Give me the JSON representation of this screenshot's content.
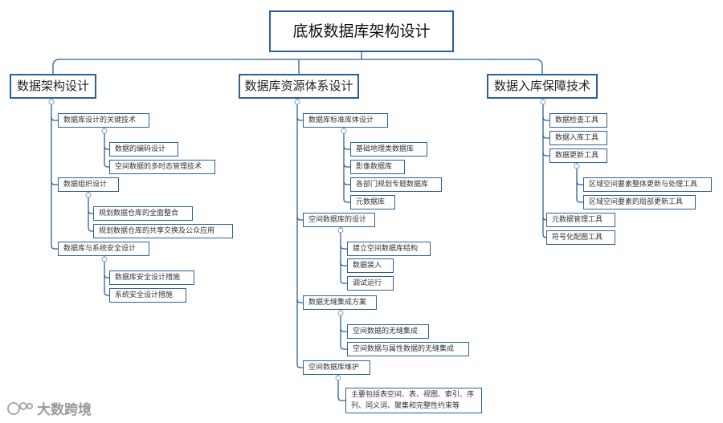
{
  "root": {
    "label": "底板数据库架构设计"
  },
  "branches": [
    {
      "label": "数据架构设计",
      "children": [
        {
          "label": "数据库设计的关键技术",
          "children": [
            {
              "label": "数据的编码设计"
            },
            {
              "label": "空间数据的多时态管理技术"
            }
          ]
        },
        {
          "label": "数据组织设计",
          "children": [
            {
              "label": "规划数据仓库的全面整合"
            },
            {
              "label": "规划数据仓库的共享交换及公众应用"
            }
          ]
        },
        {
          "label": "数据库与系统安全设计",
          "children": [
            {
              "label": "数据库安全设计措施"
            },
            {
              "label": "系统安全设计措施"
            }
          ]
        }
      ]
    },
    {
      "label": "数据库资源体系设计",
      "children": [
        {
          "label": "数据库标准库体设计",
          "children": [
            {
              "label": "基础地理类数据库"
            },
            {
              "label": "影像数据库"
            },
            {
              "label": "各部门规划专题数据库"
            },
            {
              "label": "元数据库"
            }
          ]
        },
        {
          "label": "空间数据库的设计",
          "children": [
            {
              "label": "建立空间数据库结构"
            },
            {
              "label": "数据装入"
            },
            {
              "label": "调试运行"
            }
          ]
        },
        {
          "label": "数据无缝集成方案",
          "children": [
            {
              "label": "空间数据的无缝集成"
            },
            {
              "label": "空间数据与属性数据的无缝集成"
            }
          ]
        },
        {
          "label": "空间数据库维护",
          "children": [
            {
              "label": "主要包括表空间、表、视图、索引、序列、同义词、聚集和完整性约束等"
            }
          ]
        }
      ]
    },
    {
      "label": "数据入库保障技术",
      "children": [
        {
          "label": "数据检查工具"
        },
        {
          "label": "数据入库工具"
        },
        {
          "label": "数据更新工具",
          "children": [
            {
              "label": "区域空间要素整体更新与处理工具"
            },
            {
              "label": "区域空间要素的局部更新工具"
            }
          ]
        },
        {
          "label": "元数据管理工具"
        },
        {
          "label": "符号化配图工具"
        }
      ]
    }
  ],
  "watermark": {
    "text": "大数跨境"
  },
  "colors": {
    "line": "#2f5f9a",
    "node_border": "#2f5f9a"
  },
  "icons": {
    "watermark": "watermark-logo-icon",
    "collapse": "collapse-handle-icon"
  }
}
